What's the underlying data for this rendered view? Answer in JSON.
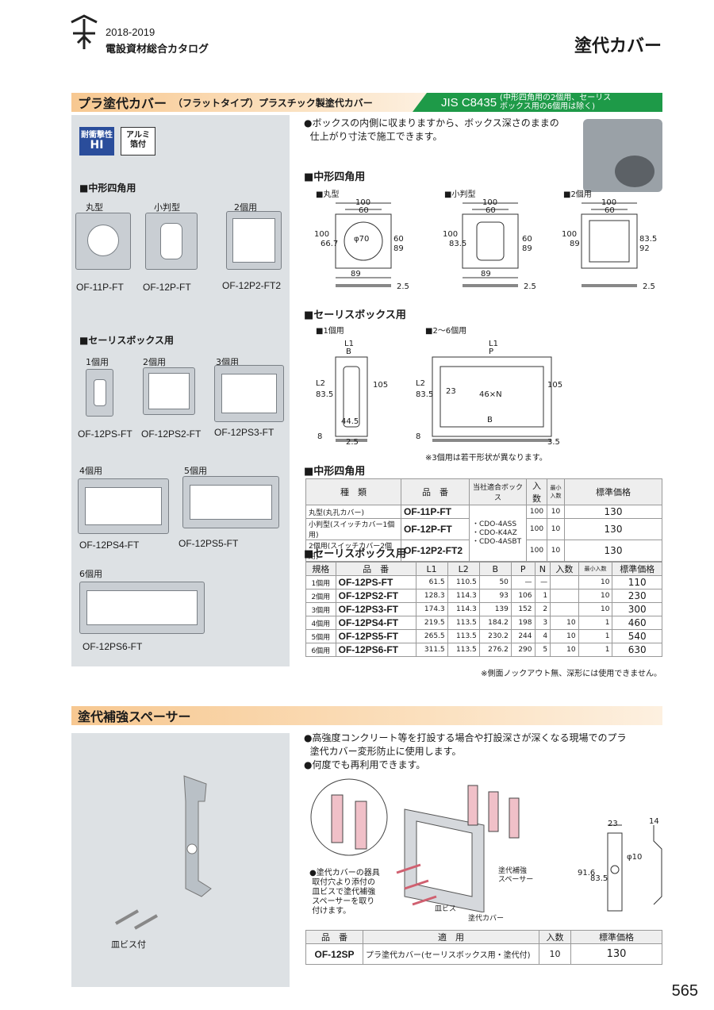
{
  "header": {
    "years": "2018-2019",
    "catalog": "電設資材総合カタログ",
    "title": "塗代カバー"
  },
  "section1": {
    "title": "プラ塗代カバー",
    "subtitle": "（フラットタイプ）プラスチック製塗代カバー",
    "jis_code": "JIS C8435",
    "jis_note1": "(中形四角用の2個用、セーリス",
    "jis_note2": "ボックス用の6個用は除く)",
    "badge1_line1": "耐衝撃性",
    "badge1_line2": "HI",
    "badge2_line1": "アルミ",
    "badge2_line2": "箔付",
    "left_h1": "■中形四角用",
    "types_a": [
      "丸型",
      "小判型",
      "2個用"
    ],
    "parts_a": [
      "OF-11P-FT",
      "OF-12P-FT",
      "OF-12P2-FT2"
    ],
    "left_h2": "■セーリスボックス用",
    "types_b": [
      "1個用",
      "2個用",
      "3個用"
    ],
    "parts_b": [
      "OF-12PS-FT",
      "OF-12PS2-FT",
      "OF-12PS3-FT"
    ],
    "types_c": [
      "4個用",
      "5個用"
    ],
    "parts_c": [
      "OF-12PS4-FT",
      "OF-12PS5-FT"
    ],
    "type_d": "6個用",
    "part_d": "OF-12PS6-FT",
    "bullet1_line1": "●ボックスの内側に収まりますから、ボックス深さのままの",
    "bullet1_line2": "仕上がり寸法で施工できます。",
    "diag_h1": "■中形四角用",
    "diag_a_labels": [
      "■丸型",
      "■小判型",
      "■2個用"
    ],
    "diag_h2": "■セーリスボックス用",
    "diag_b_labels": [
      "■1個用",
      "■2〜6個用"
    ],
    "diag_note": "※3個用は若干形状が異なります。",
    "dims": {
      "d100": "100",
      "d60": "60",
      "d89": "89",
      "d66": "66.7",
      "d70": "φ70",
      "d83": "83.5",
      "d92": "92",
      "d25": "2.5",
      "dL1": "L1",
      "dB": "B",
      "dP": "P",
      "dL2": "L2",
      "d105": "105",
      "d44": "44.5",
      "d23": "23",
      "d46": "46×N",
      "d8": "8",
      "d35": "3.5"
    }
  },
  "table1": {
    "heading": "■中形四角用",
    "headers": [
      "種　類",
      "品　番",
      "当社適合ボックス",
      "入数",
      "最小入数",
      "標準価格"
    ],
    "rows": [
      {
        "type": "丸型(丸孔カバー)",
        "part": "OF-11P-FT",
        "qty": "100",
        "min": "10",
        "price": "130"
      },
      {
        "type": "小判型(スイッチカバー1個用)",
        "part": "OF-12P-FT",
        "qty": "100",
        "min": "10",
        "price": "130"
      },
      {
        "type": "2個用(スイッチカバー2個用)",
        "part": "OF-12P2-FT2",
        "qty": "100",
        "min": "10",
        "price": "130"
      }
    ],
    "box": "・CDO-4ASS\n・CDO-K4AZ\n・CDO-4ASBT"
  },
  "table2": {
    "heading": "■セーリスボックス用",
    "headers": [
      "規格",
      "品　番",
      "L1",
      "L2",
      "B",
      "P",
      "N",
      "入数",
      "最小入数",
      "標準価格"
    ],
    "rows": [
      [
        "1個用",
        "OF-12PS-FT",
        "61.5",
        "110.5",
        "50",
        "—",
        "—",
        "",
        "10",
        "110"
      ],
      [
        "2個用",
        "OF-12PS2-FT",
        "128.3",
        "114.3",
        "93",
        "106",
        "1",
        "",
        "10",
        "230"
      ],
      [
        "3個用",
        "OF-12PS3-FT",
        "174.3",
        "114.3",
        "139",
        "152",
        "2",
        "",
        "10",
        "300"
      ],
      [
        "4個用",
        "OF-12PS4-FT",
        "219.5",
        "113.5",
        "184.2",
        "198",
        "3",
        "10",
        "1",
        "460"
      ],
      [
        "5個用",
        "OF-12PS5-FT",
        "265.5",
        "113.5",
        "230.2",
        "244",
        "4",
        "10",
        "1",
        "540"
      ],
      [
        "6個用",
        "OF-12PS6-FT",
        "311.5",
        "113.5",
        "276.2",
        "290",
        "5",
        "10",
        "1",
        "630"
      ]
    ],
    "note": "※側面ノックアウト無、深形には使用できません。"
  },
  "section2": {
    "title": "塗代補強スペーサー",
    "bullet1_line1": "●高強度コンクリート等を打設する場合や打設深さが深くなる現場でのプラ",
    "bullet1_line2": "塗代カバー変形防止に使用します。",
    "bullet2": "●何度でも再利用できます。",
    "screw_label": "皿ビス付",
    "callout": [
      "●塗代カバーの器具",
      "取付穴より添付の",
      "皿ビスで塗代補強",
      "スペーサーを取り",
      "付けます。"
    ],
    "lbl_spacer": [
      "塗代補強",
      "スペーサー"
    ],
    "lbl_screw": "皿ビス",
    "lbl_cover": "塗代カバー",
    "dims": {
      "d23": "23",
      "d14": "14",
      "d916": "91.6",
      "d835": "83.5",
      "d10": "φ10"
    }
  },
  "table3": {
    "headers": [
      "品　番",
      "適　用",
      "入数",
      "標準価格"
    ],
    "part": "OF-12SP",
    "use": "プラ塗代カバー(セーリスボックス用・塗代付)",
    "qty": "10",
    "price": "130"
  },
  "page_number": "565"
}
